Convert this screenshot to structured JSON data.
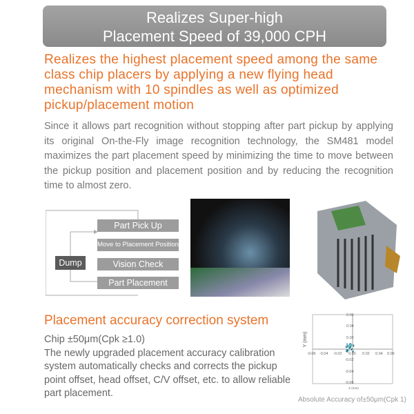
{
  "banner": {
    "line1": "Realizes Super-high",
    "line2": "Placement Speed of 39,000 CPH"
  },
  "headline": "Realizes the highest placement speed among the same class chip placers by applying a new flying head mechanism with 10 spindles as well as optimized pickup/placement motion",
  "body": "Since it allows part recognition without stopping after part pickup by applying its original On-the-Fly image recognition technology, the SM481 model maximizes the part placement speed by minimizing the time to move between the pickup position and placement position and by reducing the recognition time to almost zero.",
  "flow": {
    "steps": [
      "Part Pick Up",
      "Move to Placement Position",
      "Vision Check",
      "Part Placement"
    ],
    "dump": "Dump"
  },
  "accuracy": {
    "title": "Placement accuracy correction system",
    "spec": "Chip ±50μm(Cpk ≥1.0)",
    "text": "The newly upgraded placement accuracy calibration system automatically checks and corrects the pickup point offset, head offset, C/V offset, etc. to allow reliable part placement."
  },
  "plot": {
    "x_ticks": [
      "-0.06",
      "-0.04",
      "-0.02",
      "0.00",
      "0.02",
      "0.04",
      "0.06"
    ],
    "y_ticks": [
      "0.06",
      "0.04",
      "0.02",
      "-0.02",
      "-0.04",
      "-0.06"
    ],
    "xlabel": "X (mm)",
    "ylabel": "Y (mm)",
    "caption": "Absolute Accuracy of±50μm(Cpk 1)"
  }
}
